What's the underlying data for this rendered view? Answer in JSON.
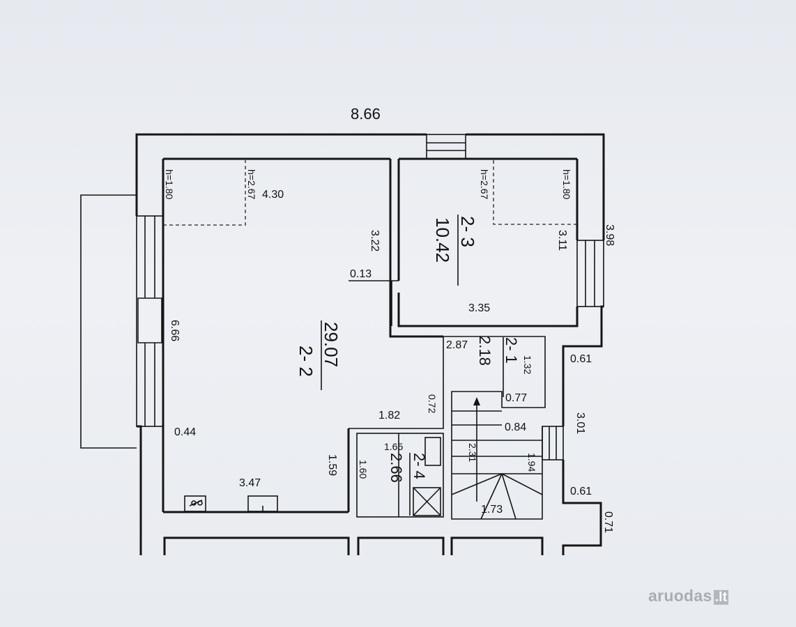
{
  "plan": {
    "overall_width": "8.66",
    "rooms": [
      {
        "id": "2- 2",
        "area": "29.07"
      },
      {
        "id": "2- 3",
        "area": "10.42"
      },
      {
        "id": "2- 1",
        "area": "2.18"
      },
      {
        "id": "2- 4",
        "area": "2.66"
      }
    ],
    "dimensions": {
      "d430": "4.30",
      "h180a": "h=1.80",
      "h267a": "h=2.67",
      "d322": "3.22",
      "d013": "0.13",
      "d666": "6.66",
      "d044": "0.44",
      "d347": "3.47",
      "d159": "1.59",
      "d182": "1.82",
      "d072": "0.72",
      "d165": "1.65",
      "d160": "1.60",
      "d267b": "h=2.67",
      "d180b": "h=1.80",
      "d311": "3.11",
      "d398": "3.98",
      "d335": "3.35",
      "d287": "2.87",
      "d132": "1.32",
      "d077": "0.77",
      "d061a": "0.61",
      "d301": "3.01",
      "d084": "0.84",
      "d231": "2.31",
      "d194": "1.94",
      "d173": "1.73",
      "d061b": "0.61",
      "d071": "0.71"
    }
  },
  "watermark": {
    "brand": "aruodas",
    "tld": ".lt"
  }
}
